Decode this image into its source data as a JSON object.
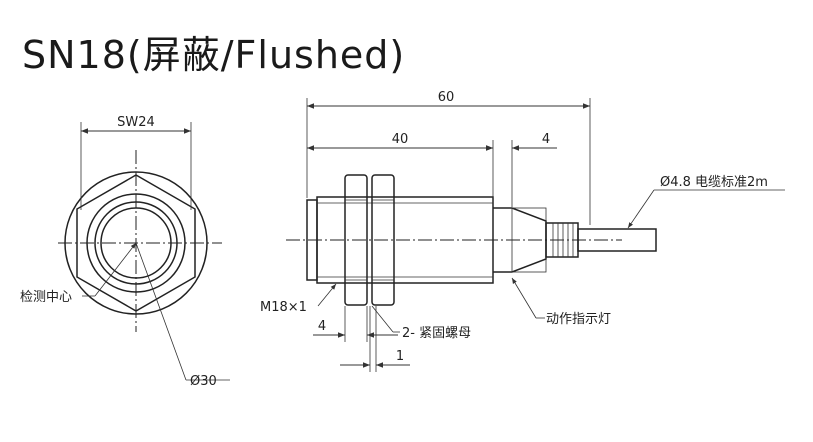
{
  "title": "SN18(屏蔽/Flushed)",
  "front_view": {
    "sw_label": "SW24",
    "sensing_center_label": "检测中心",
    "diameter_label": "Ø30"
  },
  "side_view": {
    "total_length": "60",
    "thread_length": "40",
    "tail_length": "4",
    "cable_label": "Ø4.8 电缆标准2m",
    "thread_label": "M18×1",
    "nut_offset": "4",
    "nut_label": "2- 紧固螺母",
    "nut_thickness": "1",
    "indicator_label": "动作指示灯"
  }
}
